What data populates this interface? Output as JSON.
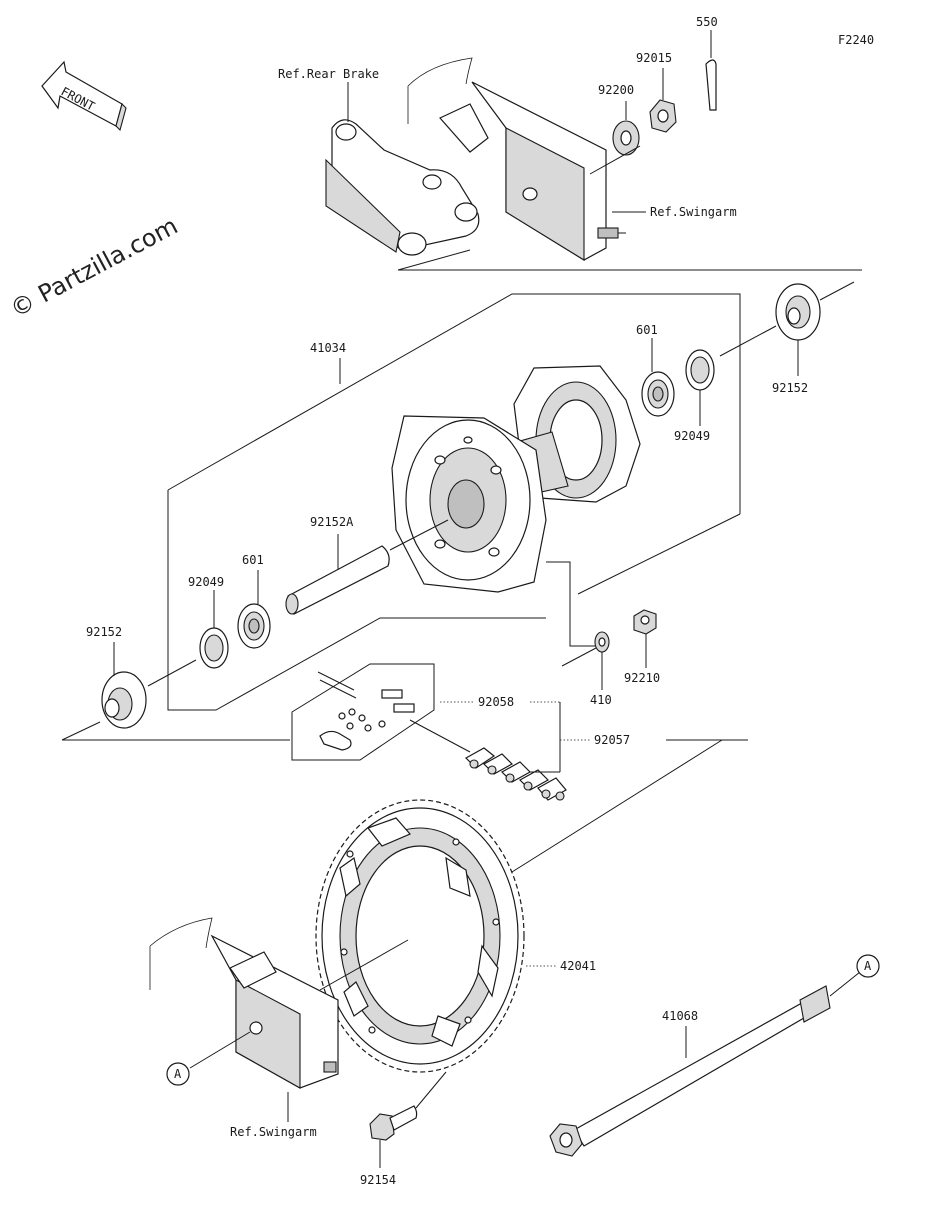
{
  "diagram": {
    "code": "F2240",
    "watermark": "© Partzilla.com",
    "front_label": "FRONT",
    "references": {
      "rear_brake": "Ref.Rear Brake",
      "swingarm_top": "Ref.Swingarm",
      "swingarm_bottom": "Ref.Swingarm"
    },
    "callout_marker": "A",
    "parts": {
      "p550": "550",
      "p92015": "92015",
      "p92200": "92200",
      "p41034": "41034",
      "p601_right": "601",
      "p92049_right": "92049",
      "p92152_right": "92152",
      "p92152A": "92152A",
      "p601_left": "601",
      "p92049_left": "92049",
      "p92152_left": "92152",
      "p410": "410",
      "p92210": "92210",
      "p92058": "92058",
      "p92057": "92057",
      "p42041": "42041",
      "p41068": "41068",
      "p92154": "92154"
    }
  }
}
